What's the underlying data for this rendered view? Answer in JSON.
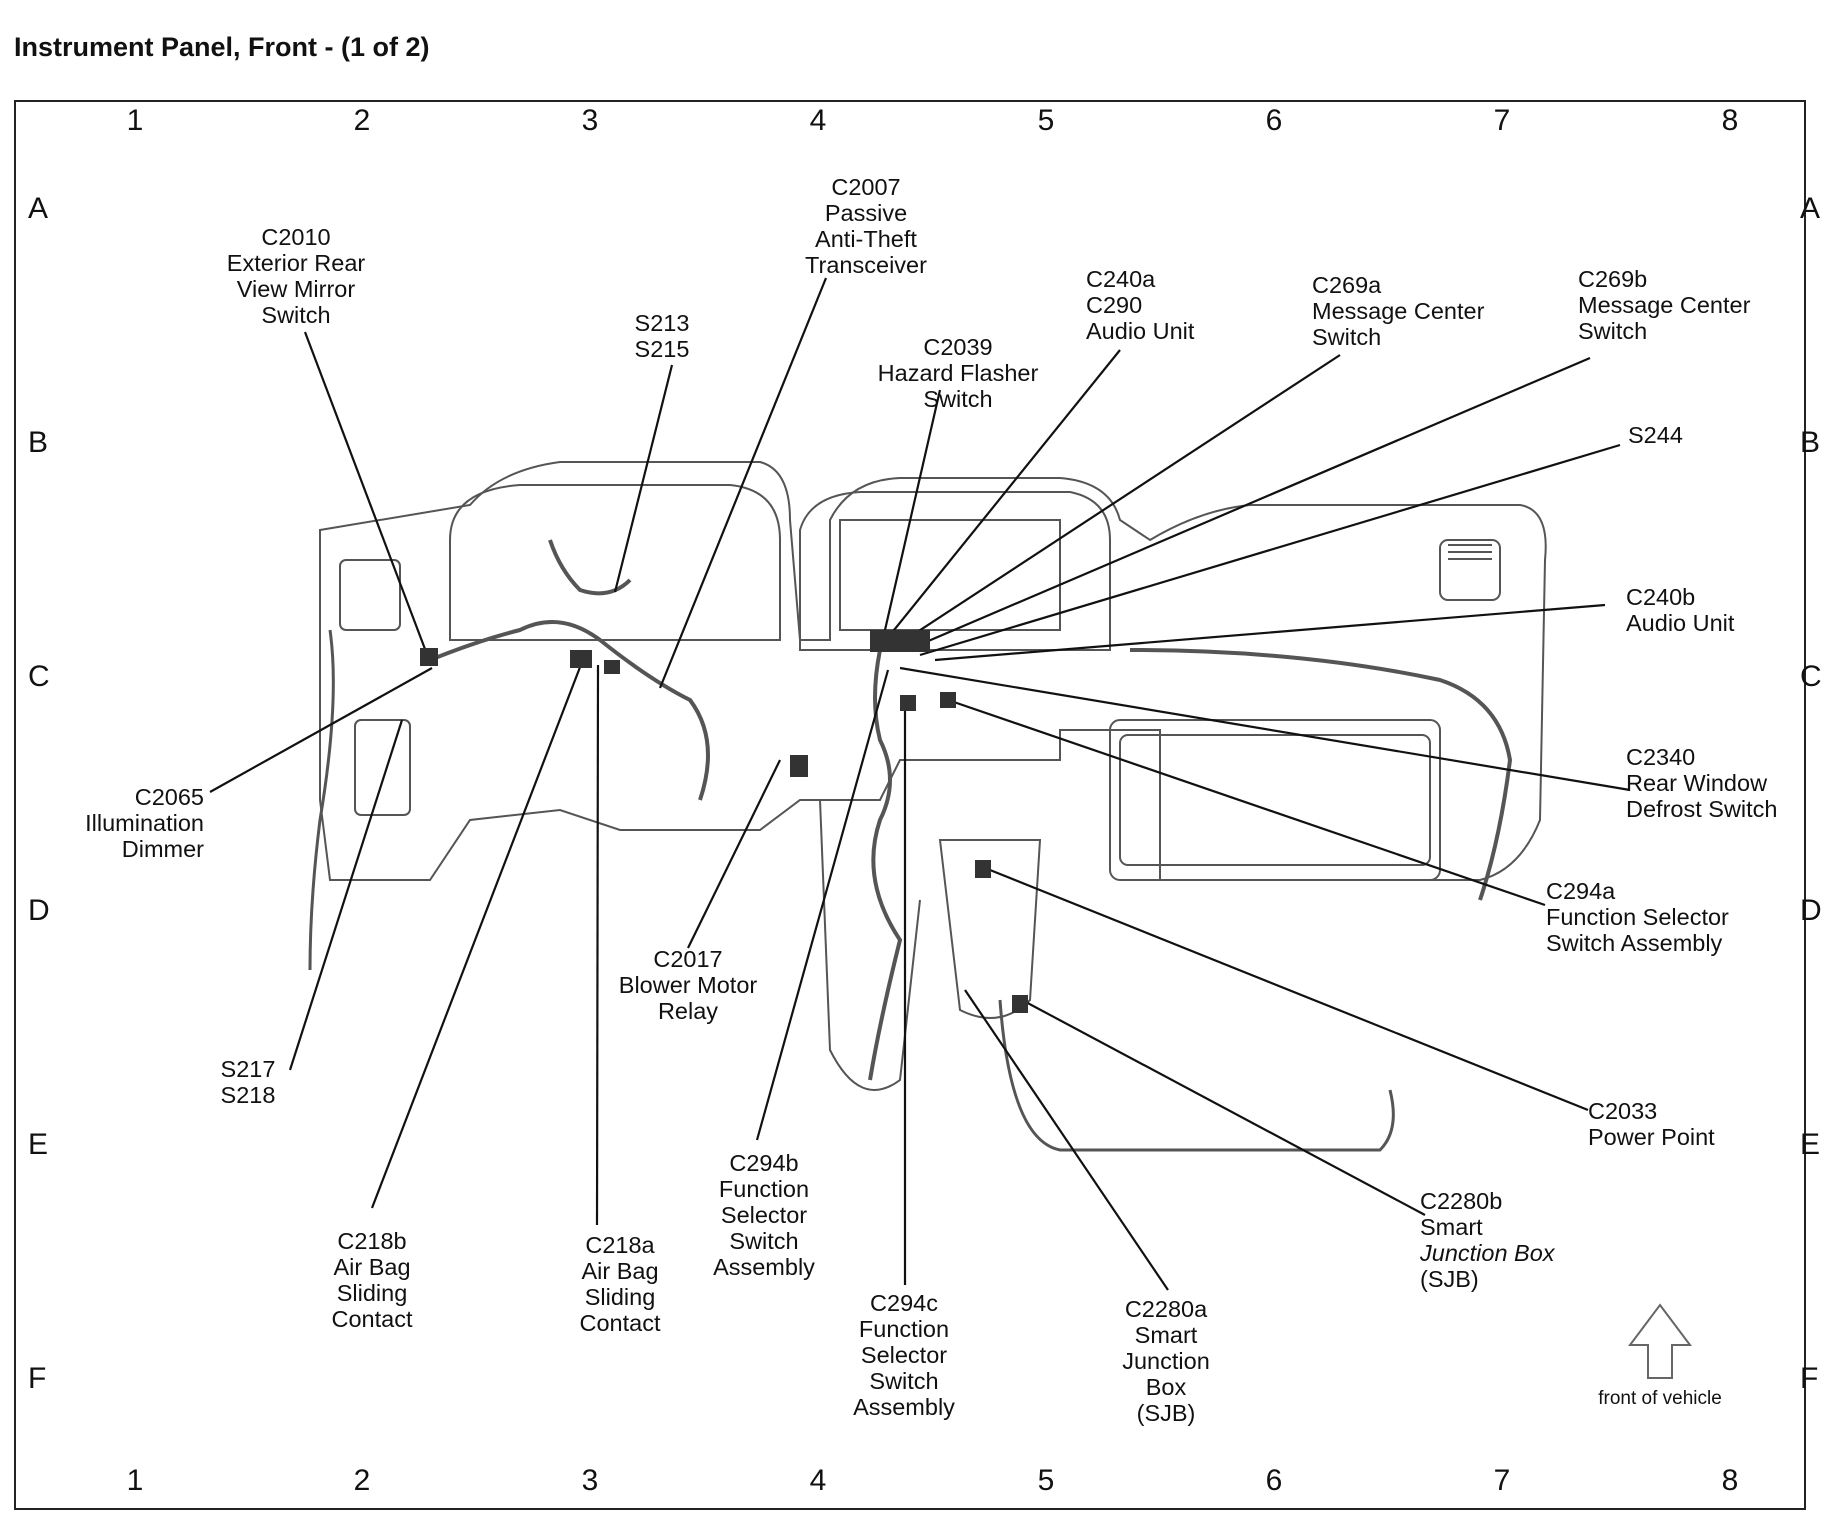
{
  "title": "Instrument Panel, Front - (1 of 2)",
  "grid": {
    "columns": [
      "1",
      "2",
      "3",
      "4",
      "5",
      "6",
      "7",
      "8"
    ],
    "rows": [
      "A",
      "B",
      "C",
      "D",
      "E",
      "F"
    ]
  },
  "callouts": {
    "c2010": [
      "C2010",
      "Exterior Rear",
      "View Mirror",
      "Switch"
    ],
    "c2007": [
      "C2007",
      "Passive",
      "Anti-Theft",
      "Transceiver"
    ],
    "s213": [
      "S213",
      "S215"
    ],
    "c2039": [
      "C2039",
      "Hazard Flasher",
      "Switch"
    ],
    "c240a": [
      "C240a",
      "C290",
      "Audio Unit"
    ],
    "c269a": [
      "C269a",
      "Message Center",
      "Switch"
    ],
    "c269b": [
      "C269b",
      "Message Center",
      "Switch"
    ],
    "s244": [
      "S244"
    ],
    "c240b": [
      "C240b",
      "Audio Unit"
    ],
    "c2340": [
      "C2340",
      "Rear Window",
      "Defrost Switch"
    ],
    "c294a": [
      "C294a",
      "Function Selector",
      "Switch Assembly"
    ],
    "c2033": [
      "C2033",
      "Power Point"
    ],
    "c2280b": [
      "C2280b",
      "Smart",
      "Junction Box",
      "(SJB)"
    ],
    "c2280a": [
      "C2280a",
      "Smart",
      "Junction",
      "Box",
      "(SJB)"
    ],
    "c294c": [
      "C294c",
      "Function",
      "Selector",
      "Switch",
      "Assembly"
    ],
    "c294b": [
      "C294b",
      "Function",
      "Selector",
      "Switch",
      "Assembly"
    ],
    "c218a": [
      "C218a",
      "Air Bag",
      "Sliding",
      "Contact"
    ],
    "c218b": [
      "C218b",
      "Air Bag",
      "Sliding",
      "Contact"
    ],
    "c2017": [
      "C2017",
      "Blower Motor",
      "Relay"
    ],
    "s217": [
      "S217",
      "S218"
    ],
    "c2065": [
      "C2065",
      "Illumination",
      "Dimmer"
    ]
  },
  "front_of_vehicle": "front of vehicle",
  "arrow_icon": "up-arrow-outline-icon"
}
